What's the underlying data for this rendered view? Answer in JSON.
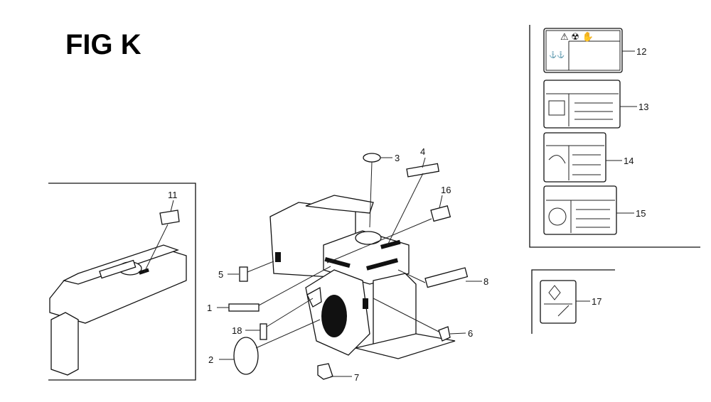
{
  "title": "FIG K",
  "callouts": {
    "c1": "1",
    "c2": "2",
    "c3": "3",
    "c4": "4",
    "c5": "5",
    "c6": "6",
    "c7": "7",
    "c8": "8",
    "c11": "11",
    "c12": "12",
    "c13": "13",
    "c14": "14",
    "c15": "15",
    "c16": "16",
    "c17": "17",
    "c18": "18"
  }
}
